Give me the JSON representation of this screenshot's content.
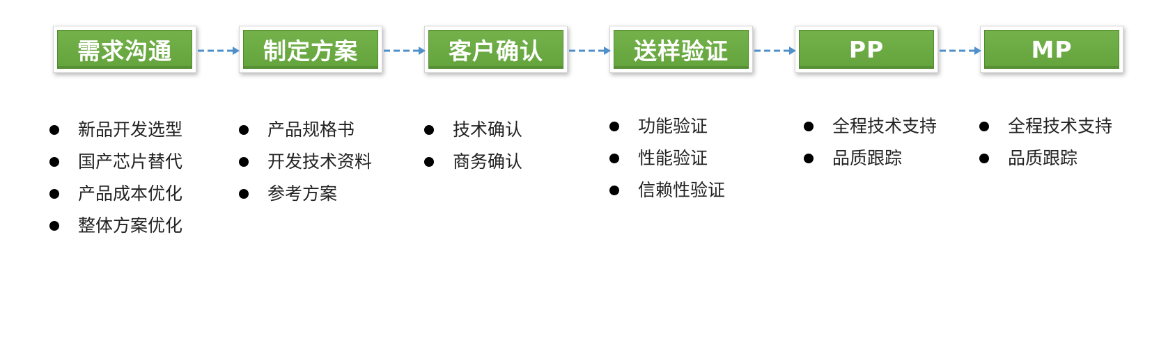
{
  "steps": [
    {
      "label": "需求沟通",
      "items": [
        "新品开发选型",
        "国产芯片替代",
        "产品成本优化",
        "整体方案优化"
      ]
    },
    {
      "label": "制定方案",
      "items": [
        "产品规格书",
        "开发技术资料",
        "参考方案"
      ]
    },
    {
      "label": "客户确认",
      "items": [
        "技术确认",
        "商务确认"
      ]
    },
    {
      "label": "送样验证",
      "items": [
        "功能验证",
        "性能验证",
        "信赖性验证"
      ]
    },
    {
      "label": "PP",
      "items": [
        "全程技术支持",
        "品质跟踪"
      ]
    },
    {
      "label": "MP",
      "items": [
        "全程技术支持",
        "品质跟踪"
      ]
    }
  ],
  "colors": {
    "box_fill": "#6aaa42",
    "box_text": "#ffffff",
    "arrow": "#4f8fca",
    "bullet": "#000000",
    "item_text": "#222222"
  }
}
